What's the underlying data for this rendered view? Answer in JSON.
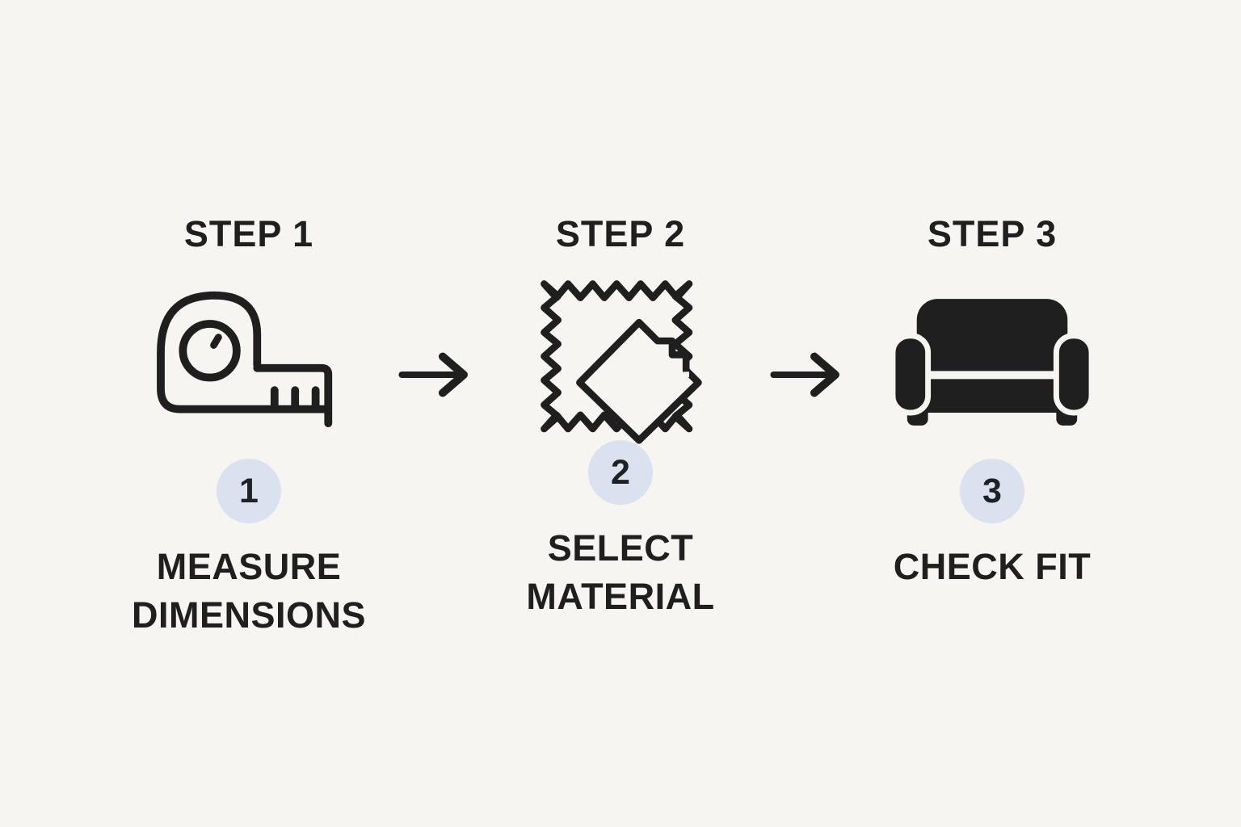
{
  "colors": {
    "background": "#f7f5f1",
    "ink": "#1f1f1f",
    "badge_background": "#d9e2ee",
    "badge_number": "#1e2126"
  },
  "steps": [
    {
      "heading": "STEP 1",
      "number": "1",
      "icon": "tape-measure-icon",
      "label_line1": "MEASURE",
      "label_line2": "DIMENSIONS"
    },
    {
      "heading": "STEP 2",
      "number": "2",
      "icon": "fabric-swatch-icon",
      "label_line1": "SELECT",
      "label_line2": "MATERIAL"
    },
    {
      "heading": "STEP 3",
      "number": "3",
      "icon": "sofa-icon",
      "label_line1": "CHECK FIT",
      "label_line2": ""
    }
  ],
  "arrows": [
    {
      "icon": "arrow-right-icon"
    },
    {
      "icon": "arrow-right-icon"
    }
  ]
}
